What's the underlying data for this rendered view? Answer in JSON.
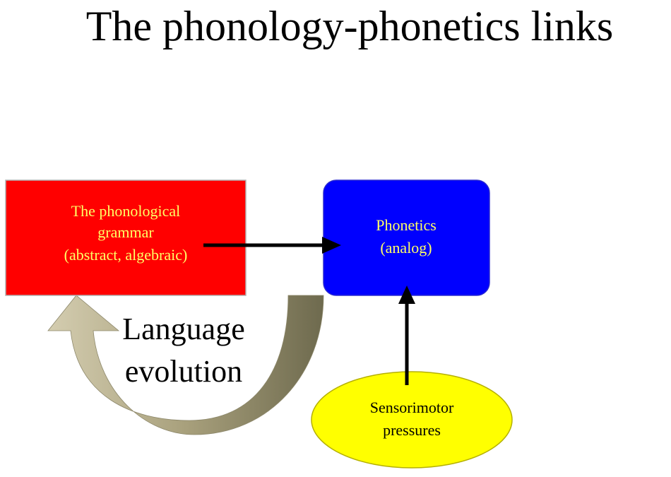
{
  "title": "The phonology-phonetics links",
  "grammar_box": {
    "lines": [
      "The phonological",
      "grammar",
      "(abstract, algebraic)"
    ],
    "fill": "#ff0000",
    "text_color": "#ffff66"
  },
  "phonetics_box": {
    "lines": [
      "Phonetics",
      "(analog)"
    ],
    "fill": "#0000ff",
    "text_color": "#ffff66"
  },
  "pressures_ellipse": {
    "lines": [
      "Sensorimotor",
      "pressures"
    ],
    "fill": "#ffff00"
  },
  "evolution_arrow": {
    "lines": [
      "Language",
      "evolution"
    ],
    "gradient": [
      "#d4cdb0",
      "#a8a07c",
      "#6e6a4e"
    ]
  },
  "arrow_color": "#000000"
}
